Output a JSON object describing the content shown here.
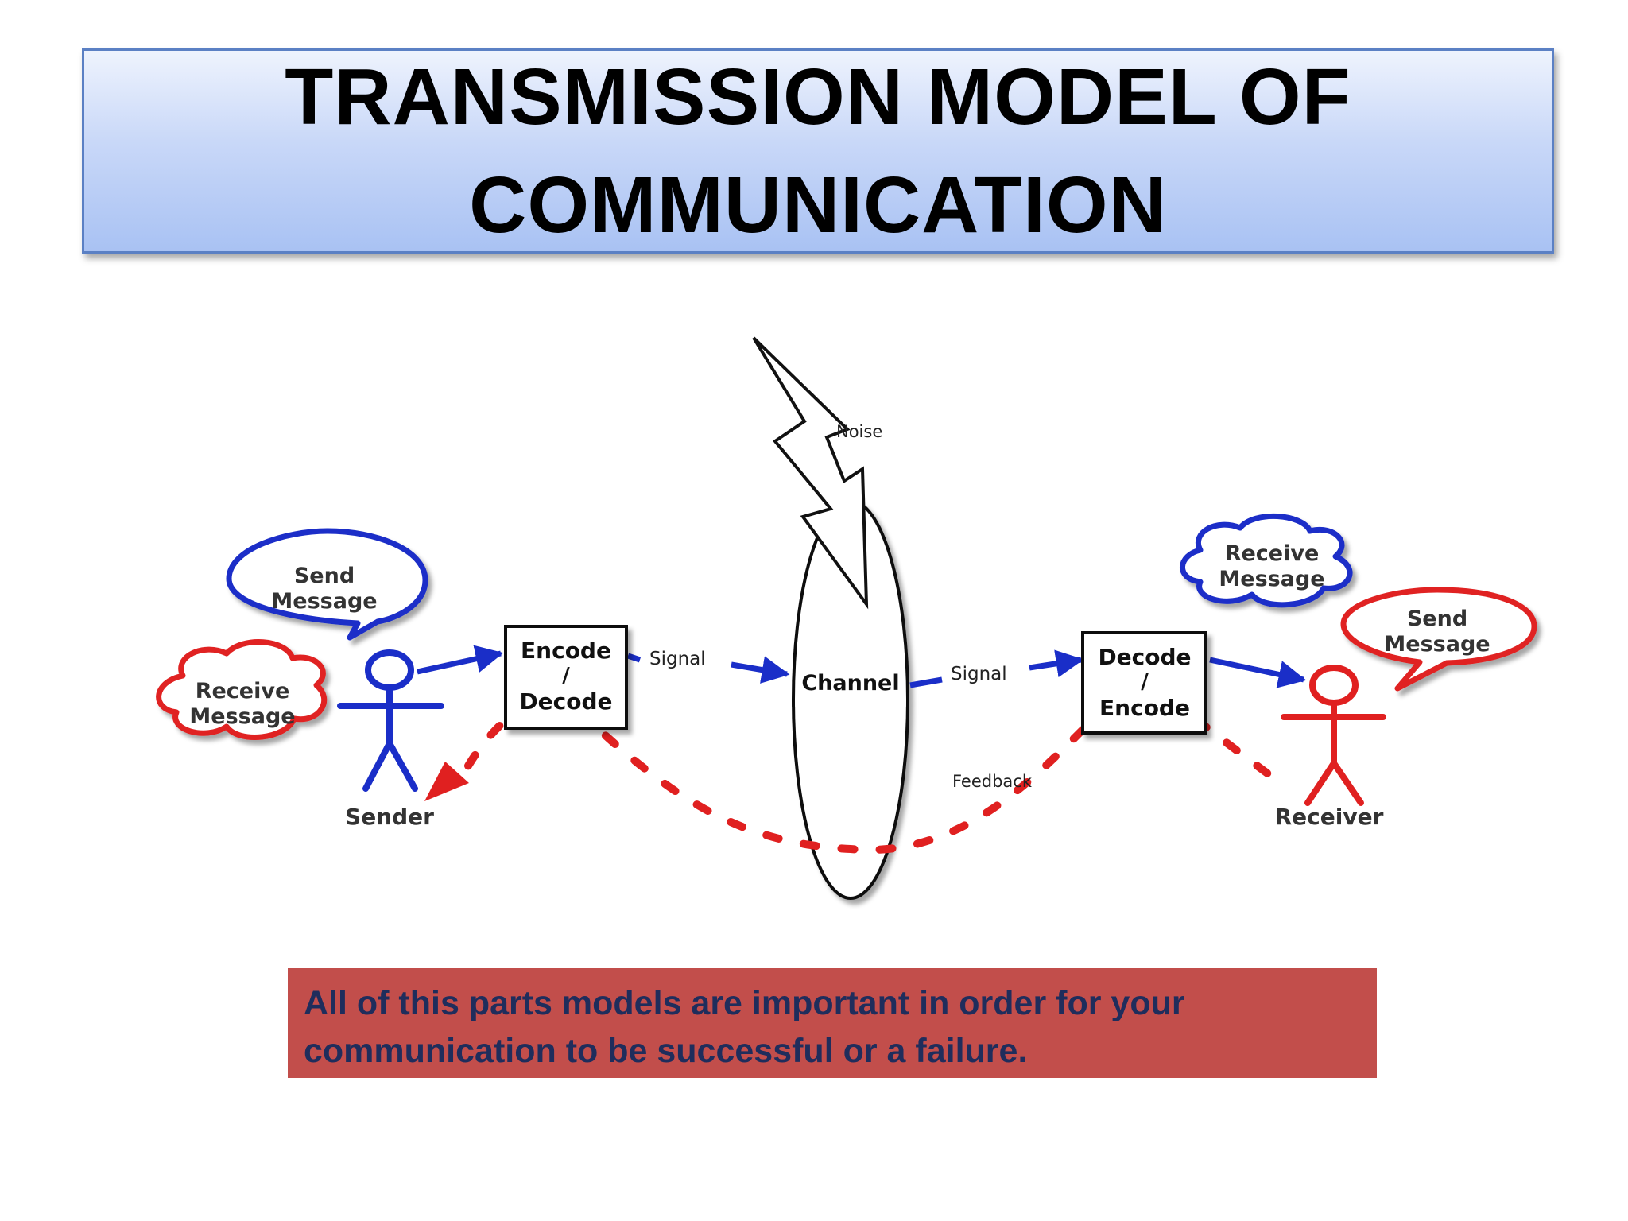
{
  "title": {
    "line1": "TRANSMISSION MODEL OF",
    "line2": "COMMUNICATION"
  },
  "diagram": {
    "sender": {
      "label": "Sender",
      "send_bubble": [
        "Send",
        "Message"
      ],
      "receive_bubble": [
        "Receive",
        "Message"
      ]
    },
    "encoder_box": [
      "Encode",
      "/",
      "Decode"
    ],
    "signal_left": "Signal",
    "channel": "Channel",
    "noise": "Noise",
    "signal_right": "Signal",
    "decoder_box": [
      "Decode",
      "/",
      "Encode"
    ],
    "feedback": "Feedback",
    "receiver": {
      "label": "Receiver",
      "receive_bubble": [
        "Receive",
        "Message"
      ],
      "send_bubble": [
        "Send",
        "Message"
      ]
    },
    "colors": {
      "blue": "#1a2ec8",
      "red": "#e02020"
    }
  },
  "note": "All of this parts models are important in order for your communication to be successful or a failure."
}
